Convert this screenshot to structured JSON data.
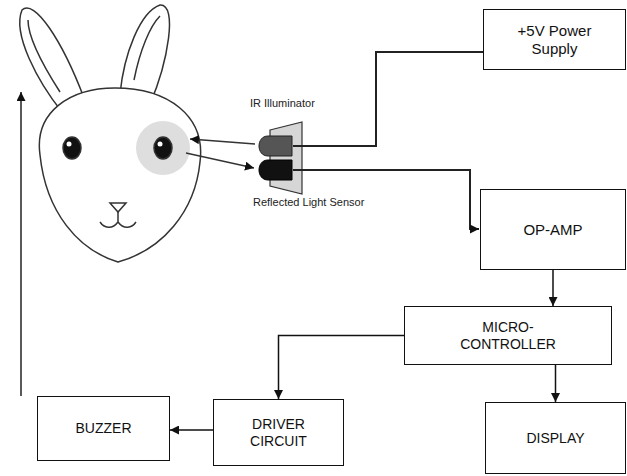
{
  "diagram": {
    "nodes": [
      {
        "text": [
          "+5V Power Supply"
        ]
      },
      {
        "text": [
          "OP-AMP"
        ]
      },
      {
        "text": [
          "MICRO- CONTROLLER"
        ]
      },
      {
        "text": [
          "DRIVER CIRCUIT"
        ]
      },
      {
        "text": [
          "BUZZER"
        ]
      },
      {
        "text": [
          "DISPLAY"
        ]
      }
    ],
    "edges": [
      {
        "from": 1,
        "to": 2,
        "arrow": "to"
      },
      {
        "from": 2,
        "to": 3,
        "arrow": "to"
      },
      {
        "from": 2,
        "to": 5,
        "arrow": "to"
      },
      {
        "from": 3,
        "to": 4,
        "arrow": "to"
      }
    ],
    "labels": [
      "IR Illuminator",
      "Reflected Light Sensor"
    ]
  }
}
